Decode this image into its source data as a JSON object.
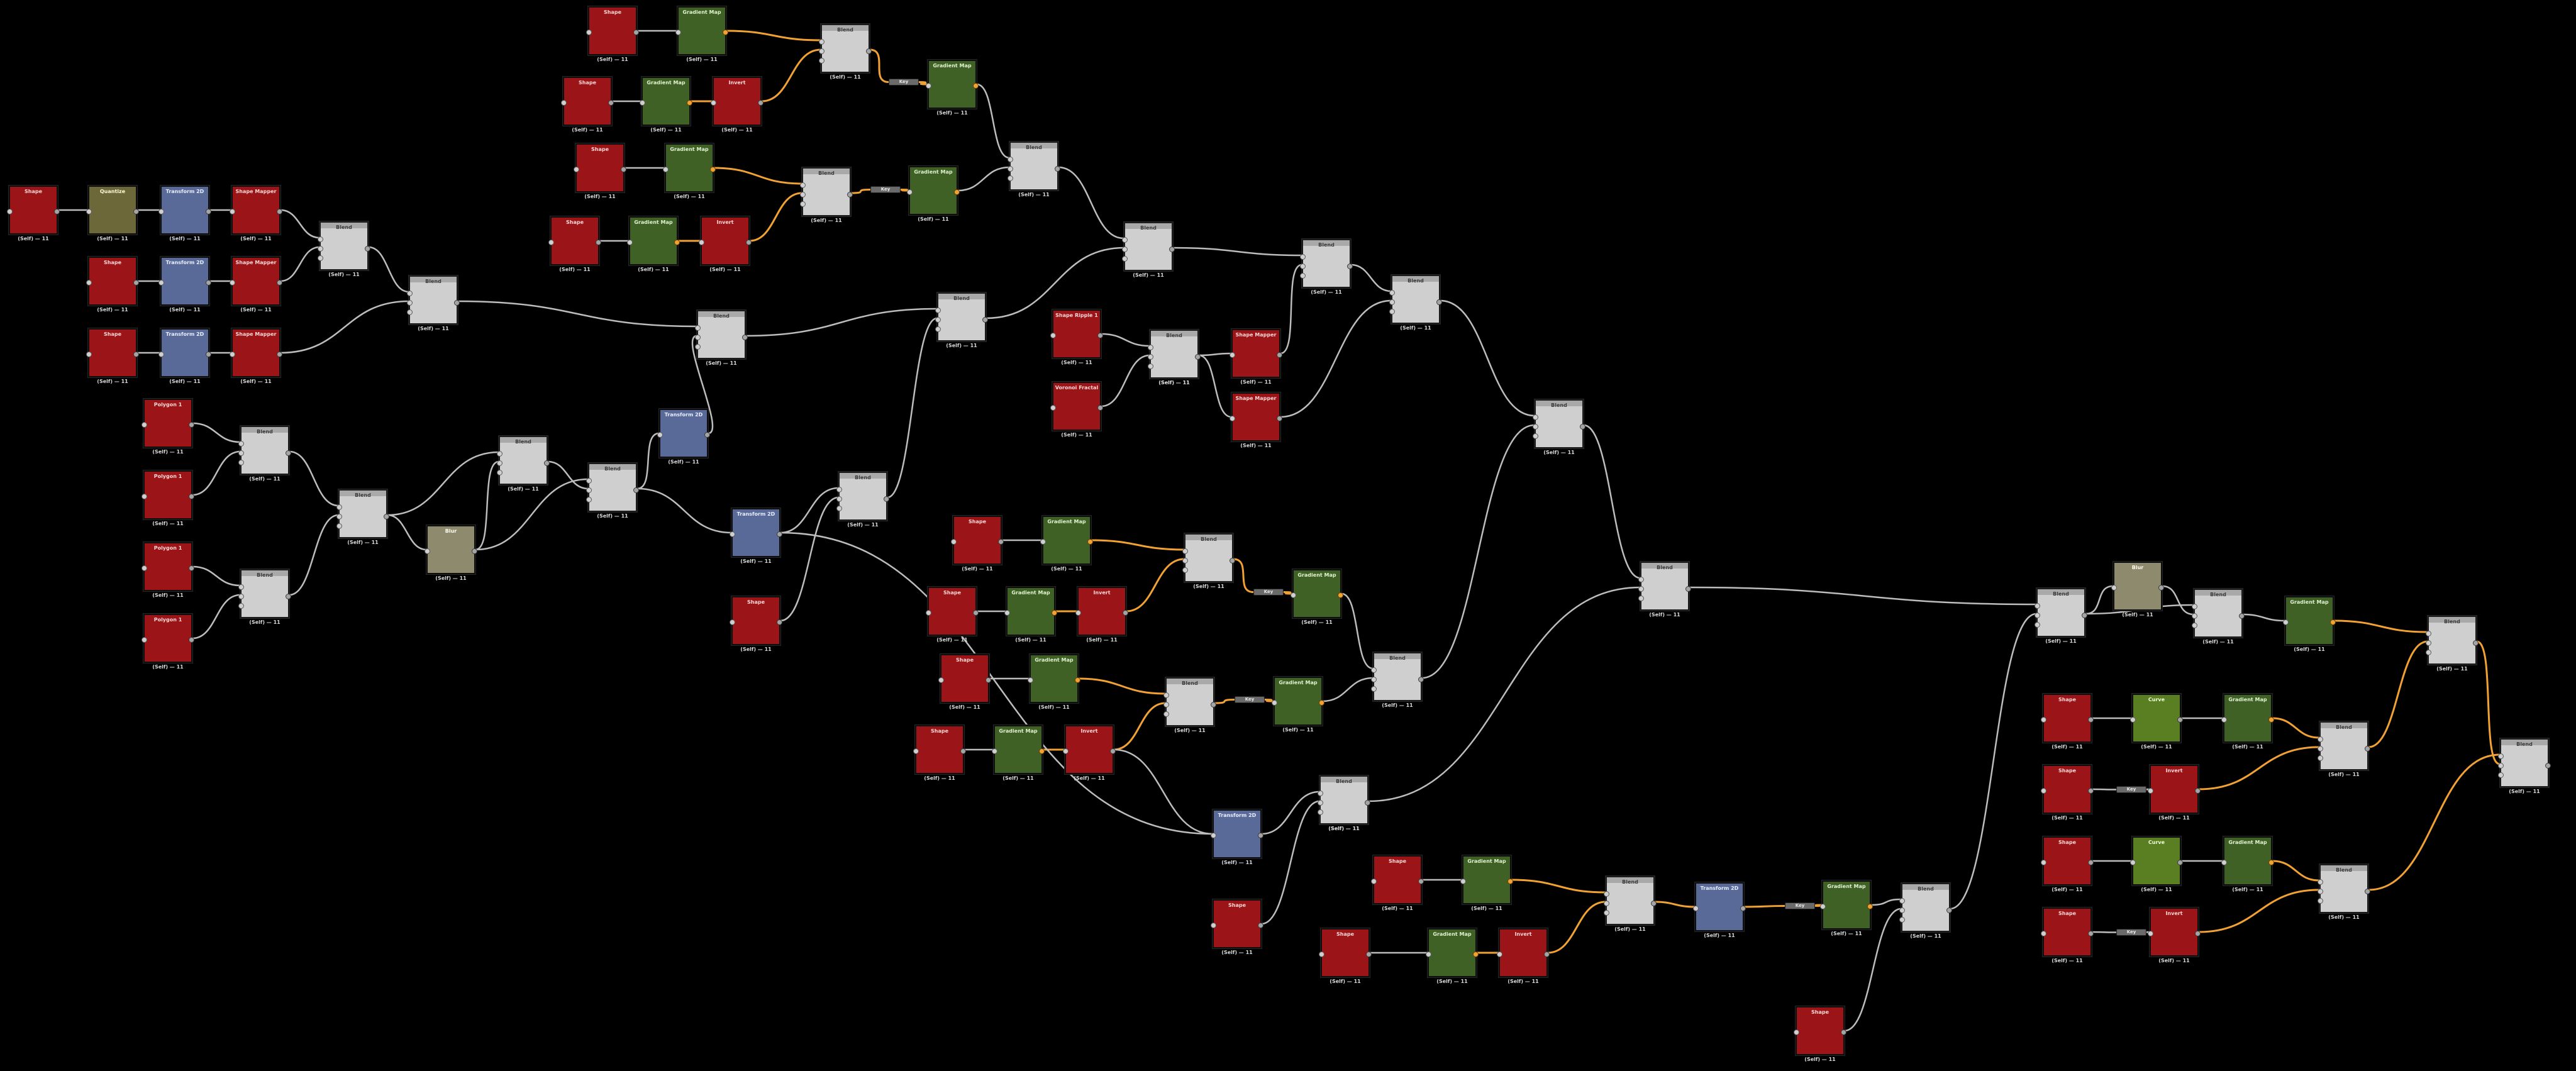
{
  "colors": {
    "background": "#000000",
    "gray_link": "#bdbdbd",
    "color_link": "#f2a233",
    "node_red": "#9b1518",
    "node_green": "#3f6126",
    "node_blue": "#5a6a98",
    "node_gray": "#cfcfcf"
  },
  "graph": {
    "size_label": "(Self) — 11"
  },
  "nodes": [
    {
      "id": "u1",
      "type": "red",
      "title": "Shape"
    },
    {
      "id": "u2",
      "type": "green",
      "title": "Gradient Map"
    },
    {
      "id": "u3",
      "type": "gray",
      "title": "Blend",
      "ports_in": 3,
      "ports_out": 1
    },
    {
      "id": "u4",
      "type": "red",
      "title": "Shape"
    },
    {
      "id": "u5",
      "type": "green",
      "title": "Gradient Map"
    },
    {
      "id": "u6",
      "type": "red",
      "title": "Invert"
    },
    {
      "id": "u7",
      "type": "green",
      "title": "Gradient Map"
    },
    {
      "id": "u8",
      "type": "red",
      "title": "Shape"
    },
    {
      "id": "u9",
      "type": "green",
      "title": "Gradient Map"
    },
    {
      "id": "u10",
      "type": "gray",
      "title": "Blend",
      "ports_in": 3,
      "ports_out": 1
    },
    {
      "id": "u11",
      "type": "green",
      "title": "Gradient Map"
    },
    {
      "id": "u12",
      "type": "gray",
      "title": "Blend",
      "ports_in": 3,
      "ports_out": 1
    },
    {
      "id": "u13",
      "type": "red",
      "title": "Shape"
    },
    {
      "id": "u14",
      "type": "green",
      "title": "Gradient Map"
    },
    {
      "id": "u15",
      "type": "red",
      "title": "Invert"
    },
    {
      "id": "u16",
      "type": "gray",
      "title": "Blend",
      "ports_in": 3,
      "ports_out": 1
    },
    {
      "id": "u17",
      "type": "gray",
      "title": "Blend",
      "ports_in": 3,
      "ports_out": 1
    },
    {
      "id": "u18",
      "type": "gray",
      "title": "Blend",
      "ports_in": 3,
      "ports_out": 1
    },
    {
      "id": "l1",
      "type": "red",
      "title": "Shape"
    },
    {
      "id": "l2",
      "type": "olive",
      "title": "Quantize"
    },
    {
      "id": "l3",
      "type": "blue",
      "title": "Transform 2D"
    },
    {
      "id": "l4",
      "type": "red",
      "title": "Shape Mapper"
    },
    {
      "id": "l5",
      "type": "red",
      "title": "Shape"
    },
    {
      "id": "l6",
      "type": "blue",
      "title": "Transform 2D"
    },
    {
      "id": "l7",
      "type": "red",
      "title": "Shape Mapper"
    },
    {
      "id": "l8",
      "type": "red",
      "title": "Shape"
    },
    {
      "id": "l9",
      "type": "blue",
      "title": "Transform 2D"
    },
    {
      "id": "l10",
      "type": "red",
      "title": "Shape Mapper"
    },
    {
      "id": "l11",
      "type": "gray",
      "title": "Blend",
      "ports_in": 3,
      "ports_out": 1
    },
    {
      "id": "l12",
      "type": "gray",
      "title": "Blend",
      "ports_in": 3,
      "ports_out": 1
    },
    {
      "id": "l13",
      "type": "gray",
      "title": "Blend",
      "ports_in": 3,
      "ports_out": 1
    },
    {
      "id": "l14",
      "type": "gray",
      "title": "Blend",
      "ports_in": 3,
      "ports_out": 1
    },
    {
      "id": "p1",
      "type": "red",
      "title": "Polygon 1"
    },
    {
      "id": "p2",
      "type": "red",
      "title": "Polygon 1"
    },
    {
      "id": "p3",
      "type": "red",
      "title": "Polygon 1"
    },
    {
      "id": "p4",
      "type": "red",
      "title": "Polygon 1"
    },
    {
      "id": "p5",
      "type": "gray",
      "title": "Blend",
      "ports_in": 3,
      "ports_out": 1
    },
    {
      "id": "p6",
      "type": "gray",
      "title": "Blend",
      "ports_in": 3,
      "ports_out": 1
    },
    {
      "id": "p7",
      "type": "gray",
      "title": "Blend",
      "ports_in": 3,
      "ports_out": 1
    },
    {
      "id": "p8",
      "type": "khaki",
      "title": "Blur"
    },
    {
      "id": "p9",
      "type": "gray",
      "title": "Blend",
      "ports_in": 3,
      "ports_out": 1
    },
    {
      "id": "p10",
      "type": "gray",
      "title": "Blend",
      "ports_in": 3,
      "ports_out": 1
    },
    {
      "id": "p11",
      "type": "blue",
      "title": "Transform 2D"
    },
    {
      "id": "p12",
      "type": "blue",
      "title": "Transform 2D"
    },
    {
      "id": "p13",
      "type": "red",
      "title": "Shape"
    },
    {
      "id": "p14",
      "type": "gray",
      "title": "Blend",
      "ports_in": 3,
      "ports_out": 1
    },
    {
      "id": "m1",
      "type": "red",
      "title": "Shape Ripple 1"
    },
    {
      "id": "m2",
      "type": "red",
      "title": "Voronoi Fractal"
    },
    {
      "id": "m3",
      "type": "gray",
      "title": "Blend",
      "ports_in": 3,
      "ports_out": 1
    },
    {
      "id": "m4",
      "type": "red",
      "title": "Shape Mapper"
    },
    {
      "id": "m5",
      "type": "red",
      "title": "Shape Mapper"
    },
    {
      "id": "m6",
      "type": "gray",
      "title": "Blend",
      "ports_in": 3,
      "ports_out": 1
    },
    {
      "id": "m7",
      "type": "gray",
      "title": "Blend",
      "ports_in": 3,
      "ports_out": 1
    },
    {
      "id": "m8",
      "type": "gray",
      "title": "Blend",
      "ports_in": 3,
      "ports_out": 1
    },
    {
      "id": "c1",
      "type": "red",
      "title": "Shape"
    },
    {
      "id": "c2",
      "type": "green",
      "title": "Gradient Map"
    },
    {
      "id": "c3",
      "type": "gray",
      "title": "Blend",
      "ports_in": 3,
      "ports_out": 1
    },
    {
      "id": "c4",
      "type": "green",
      "title": "Gradient Map"
    },
    {
      "id": "c5",
      "type": "red",
      "title": "Shape"
    },
    {
      "id": "c6",
      "type": "green",
      "title": "Gradient Map"
    },
    {
      "id": "c7",
      "type": "red",
      "title": "Invert"
    },
    {
      "id": "c8",
      "type": "red",
      "title": "Shape"
    },
    {
      "id": "c9",
      "type": "green",
      "title": "Gradient Map"
    },
    {
      "id": "c10",
      "type": "gray",
      "title": "Blend",
      "ports_in": 3,
      "ports_out": 1
    },
    {
      "id": "c11",
      "type": "green",
      "title": "Gradient Map"
    },
    {
      "id": "c12",
      "type": "gray",
      "title": "Blend",
      "ports_in": 3,
      "ports_out": 1
    },
    {
      "id": "c13",
      "type": "red",
      "title": "Shape"
    },
    {
      "id": "c14",
      "type": "green",
      "title": "Gradient Map"
    },
    {
      "id": "c15",
      "type": "red",
      "title": "Invert"
    },
    {
      "id": "c16",
      "type": "blue",
      "title": "Transform 2D"
    },
    {
      "id": "c17",
      "type": "red",
      "title": "Shape"
    },
    {
      "id": "c18",
      "type": "gray",
      "title": "Blend",
      "ports_in": 3,
      "ports_out": 1
    },
    {
      "id": "c19",
      "type": "gray",
      "title": "Blend",
      "ports_in": 3,
      "ports_out": 1
    },
    {
      "id": "b1",
      "type": "red",
      "title": "Shape"
    },
    {
      "id": "b2",
      "type": "green",
      "title": "Gradient Map"
    },
    {
      "id": "b3",
      "type": "red",
      "title": "Shape"
    },
    {
      "id": "b4",
      "type": "green",
      "title": "Gradient Map"
    },
    {
      "id": "b5",
      "type": "red",
      "title": "Invert"
    },
    {
      "id": "b6",
      "type": "gray",
      "title": "Blend",
      "ports_in": 3,
      "ports_out": 1
    },
    {
      "id": "b7",
      "type": "blue",
      "title": "Transform 2D"
    },
    {
      "id": "b8",
      "type": "green",
      "title": "Gradient Map"
    },
    {
      "id": "b9",
      "type": "gray",
      "title": "Blend",
      "ports_in": 3,
      "ports_out": 1
    },
    {
      "id": "b10",
      "type": "red",
      "title": "Shape"
    },
    {
      "id": "r1",
      "type": "gray",
      "title": "Blend",
      "ports_in": 3,
      "ports_out": 1
    },
    {
      "id": "r2",
      "type": "khaki",
      "title": "Blur"
    },
    {
      "id": "r3",
      "type": "gray",
      "title": "Blend",
      "ports_in": 3,
      "ports_out": 1
    },
    {
      "id": "r4",
      "type": "green",
      "title": "Gradient Map"
    },
    {
      "id": "r5",
      "type": "gray",
      "title": "Blend",
      "ports_in": 3,
      "ports_out": 1
    },
    {
      "id": "r6",
      "type": "red",
      "title": "Shape"
    },
    {
      "id": "r7",
      "type": "lime",
      "title": "Curve"
    },
    {
      "id": "r8",
      "type": "green",
      "title": "Gradient Map"
    },
    {
      "id": "r9",
      "type": "gray",
      "title": "Blend",
      "ports_in": 3,
      "ports_out": 1
    },
    {
      "id": "r10",
      "type": "red",
      "title": "Shape"
    },
    {
      "id": "r11",
      "type": "red",
      "title": "Invert"
    },
    {
      "id": "r12",
      "type": "red",
      "title": "Shape"
    },
    {
      "id": "r13",
      "type": "lime",
      "title": "Curve"
    },
    {
      "id": "r14",
      "type": "green",
      "title": "Gradient Map"
    },
    {
      "id": "r15",
      "type": "gray",
      "title": "Blend",
      "ports_in": 3,
      "ports_out": 1
    },
    {
      "id": "r16",
      "type": "red",
      "title": "Shape"
    },
    {
      "id": "r17",
      "type": "red",
      "title": "Invert"
    },
    {
      "id": "r18",
      "type": "gray",
      "title": "Blend",
      "ports_in": 3,
      "ports_out": 1
    }
  ],
  "chips": [
    {
      "id": "ch1",
      "label": "Key"
    },
    {
      "id": "ch2",
      "label": "Key"
    },
    {
      "id": "ch3",
      "label": "Key"
    },
    {
      "id": "ch4",
      "label": "Key"
    },
    {
      "id": "ch5",
      "label": "Key"
    },
    {
      "id": "ch6",
      "label": "Key"
    },
    {
      "id": "ch7",
      "label": "Key"
    }
  ],
  "links": [
    [
      "u1",
      "u2",
      "g"
    ],
    [
      "u2",
      "u3",
      "c"
    ],
    [
      "u4",
      "u5",
      "g"
    ],
    [
      "u5",
      "u6",
      "c"
    ],
    [
      "u6",
      "u3",
      "c"
    ],
    [
      "u3",
      "ch1",
      "c"
    ],
    [
      "ch1",
      "u7",
      "c"
    ],
    [
      "u8",
      "u9",
      "g"
    ],
    [
      "u9",
      "u10",
      "c"
    ],
    [
      "u13",
      "u14",
      "g"
    ],
    [
      "u14",
      "u15",
      "c"
    ],
    [
      "u15",
      "u10",
      "c"
    ],
    [
      "u10",
      "ch2",
      "c"
    ],
    [
      "ch2",
      "u11",
      "c"
    ],
    [
      "u7",
      "u12",
      "g"
    ],
    [
      "u11",
      "u12",
      "g"
    ],
    [
      "u12",
      "u16",
      "g"
    ],
    [
      "u16",
      "u17",
      "g"
    ],
    [
      "u17",
      "u18",
      "g"
    ],
    [
      "l1",
      "l2",
      "g"
    ],
    [
      "l2",
      "l3",
      "g"
    ],
    [
      "l3",
      "l4",
      "g"
    ],
    [
      "l5",
      "l6",
      "g"
    ],
    [
      "l6",
      "l7",
      "g"
    ],
    [
      "l8",
      "l9",
      "g"
    ],
    [
      "l9",
      "l10",
      "g"
    ],
    [
      "l4",
      "l11",
      "g"
    ],
    [
      "l7",
      "l11",
      "g"
    ],
    [
      "l11",
      "l12",
      "g"
    ],
    [
      "l10",
      "l12",
      "g"
    ],
    [
      "l12",
      "l13",
      "g"
    ],
    [
      "l13",
      "l14",
      "g"
    ],
    [
      "l14",
      "u16",
      "g"
    ],
    [
      "p1",
      "p5",
      "g"
    ],
    [
      "p2",
      "p5",
      "g"
    ],
    [
      "p3",
      "p6",
      "g"
    ],
    [
      "p4",
      "p6",
      "g"
    ],
    [
      "p5",
      "p7",
      "g"
    ],
    [
      "p6",
      "p7",
      "g"
    ],
    [
      "p7",
      "p9",
      "g"
    ],
    [
      "p7",
      "p8",
      "g"
    ],
    [
      "p8",
      "p9",
      "g"
    ],
    [
      "p8",
      "p10",
      "g"
    ],
    [
      "p9",
      "p10",
      "g"
    ],
    [
      "p10",
      "p11",
      "g"
    ],
    [
      "p10",
      "p12",
      "g"
    ],
    [
      "p11",
      "l13",
      "g"
    ],
    [
      "p12",
      "p14",
      "g"
    ],
    [
      "p13",
      "p14",
      "g"
    ],
    [
      "p14",
      "l14",
      "g"
    ],
    [
      "m1",
      "m3",
      "g"
    ],
    [
      "m2",
      "m3",
      "g"
    ],
    [
      "m3",
      "m4",
      "g"
    ],
    [
      "m3",
      "m5",
      "g"
    ],
    [
      "m4",
      "u17",
      "g"
    ],
    [
      "m5",
      "u18",
      "g"
    ],
    [
      "u18",
      "m7",
      "g"
    ],
    [
      "m7",
      "m8",
      "g"
    ],
    [
      "c1",
      "c2",
      "g"
    ],
    [
      "c2",
      "c3",
      "c"
    ],
    [
      "c5",
      "c6",
      "g"
    ],
    [
      "c6",
      "c7",
      "c"
    ],
    [
      "c7",
      "c3",
      "c"
    ],
    [
      "c3",
      "ch3",
      "c"
    ],
    [
      "ch3",
      "c4",
      "c"
    ],
    [
      "c8",
      "c9",
      "g"
    ],
    [
      "c9",
      "c10",
      "c"
    ],
    [
      "c13",
      "c14",
      "g"
    ],
    [
      "c14",
      "c15",
      "c"
    ],
    [
      "c15",
      "c10",
      "c"
    ],
    [
      "c10",
      "ch4",
      "c"
    ],
    [
      "ch4",
      "c11",
      "c"
    ],
    [
      "c4",
      "c12",
      "g"
    ],
    [
      "c11",
      "c12",
      "g"
    ],
    [
      "c12",
      "m7",
      "g"
    ],
    [
      "p12",
      "c16",
      "g"
    ],
    [
      "c15",
      "c16",
      "g"
    ],
    [
      "c16",
      "c18",
      "g"
    ],
    [
      "c17",
      "c18",
      "g"
    ],
    [
      "c18",
      "m8",
      "g"
    ],
    [
      "b1",
      "b2",
      "g"
    ],
    [
      "b2",
      "b6",
      "c"
    ],
    [
      "b3",
      "b4",
      "g"
    ],
    [
      "b4",
      "b5",
      "c"
    ],
    [
      "b5",
      "b6",
      "c"
    ],
    [
      "b6",
      "b7",
      "c"
    ],
    [
      "b7",
      "ch5",
      "c"
    ],
    [
      "ch5",
      "b8",
      "c"
    ],
    [
      "b8",
      "b9",
      "g"
    ],
    [
      "b10",
      "b9",
      "g"
    ],
    [
      "m8",
      "r1",
      "g"
    ],
    [
      "b9",
      "r1",
      "g"
    ],
    [
      "r1",
      "r2",
      "g"
    ],
    [
      "r1",
      "r3",
      "g"
    ],
    [
      "r2",
      "r3",
      "g"
    ],
    [
      "r3",
      "r4",
      "g"
    ],
    [
      "r4",
      "r5",
      "c"
    ],
    [
      "r6",
      "r7",
      "g"
    ],
    [
      "r7",
      "r8",
      "g"
    ],
    [
      "r8",
      "r9",
      "c"
    ],
    [
      "r10",
      "ch6",
      "g"
    ],
    [
      "ch6",
      "r11",
      "g"
    ],
    [
      "r11",
      "r9",
      "c"
    ],
    [
      "r9",
      "r5",
      "c"
    ],
    [
      "r12",
      "r13",
      "g"
    ],
    [
      "r13",
      "r14",
      "g"
    ],
    [
      "r14",
      "r15",
      "c"
    ],
    [
      "r16",
      "ch7",
      "g"
    ],
    [
      "ch7",
      "r17",
      "g"
    ],
    [
      "r17",
      "r15",
      "c"
    ],
    [
      "r15",
      "r18",
      "c"
    ],
    [
      "r5",
      "r18",
      "c"
    ]
  ]
}
